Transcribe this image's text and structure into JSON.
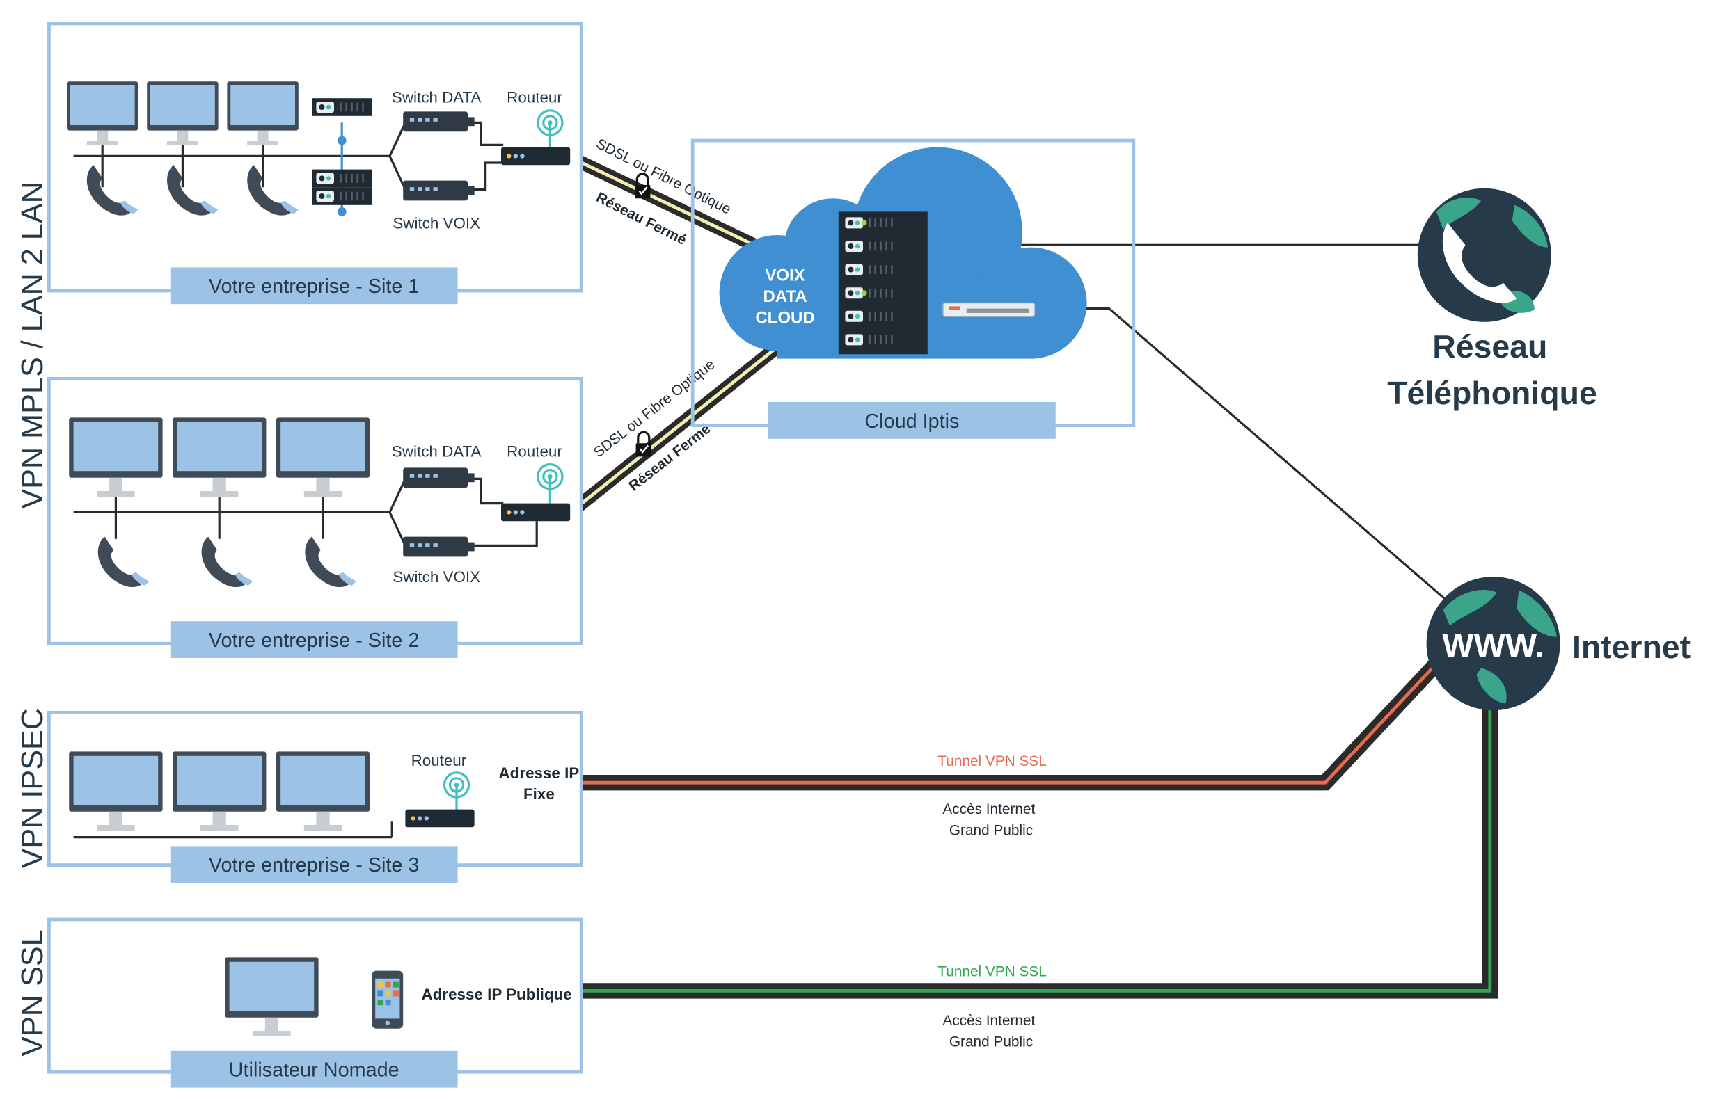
{
  "side_labels": {
    "mpls": "VPN MPLS / LAN 2 LAN",
    "ipsec": "VPN IPSEC",
    "ssl": "VPN SSL"
  },
  "site1": {
    "switch_data": "Switch DATA",
    "switch_voix": "Switch VOIX",
    "router": "Routeur",
    "caption": "Votre entreprise - Site 1"
  },
  "site2": {
    "switch_data": "Switch DATA",
    "switch_voix": "Switch VOIX",
    "router": "Routeur",
    "caption": "Votre entreprise - Site 2"
  },
  "site3": {
    "router": "Routeur",
    "ip_label_line1": "Adresse IP",
    "ip_label_line2": "Fixe",
    "caption": "Votre entreprise - Site 3"
  },
  "nomade": {
    "ip_label": "Adresse IP Publique",
    "caption": "Utilisateur Nomade"
  },
  "links": {
    "sdsl1_top": "SDSL ou Fibre Optique",
    "sdsl1_bottom": "Réseau Fermé",
    "sdsl2_top": "SDSL ou Fibre Optique",
    "sdsl2_bottom": "Réseau Fermé"
  },
  "cloud": {
    "line1": "VOIX",
    "line2": "DATA",
    "line3": "CLOUD",
    "caption": "Cloud Iptis"
  },
  "phone_network": {
    "line1": "Réseau",
    "line2": "Téléphonique"
  },
  "internet": {
    "www": "WWW.",
    "label": "Internet"
  },
  "tunnel_ipsec": {
    "label": "Tunnel VPN SSL",
    "sub1": "Accès Internet",
    "sub2": "Grand Public"
  },
  "tunnel_ssl": {
    "label": "Tunnel VPN SSL",
    "sub1": "Accès Internet",
    "sub2": "Grand Public"
  },
  "colors": {
    "frame": "#9cc3e6",
    "caption_bg": "#9cc3e6",
    "cloud": "#3f8fd2",
    "monitor_screen": "#9cc3e6",
    "cable": "#2b2b2b",
    "fibre": "#f3efb0",
    "tunnel_red": "#e86a4f",
    "tunnel_green": "#2fa84f",
    "globe": "#263a4a",
    "globe_land": "#3aa58a"
  }
}
